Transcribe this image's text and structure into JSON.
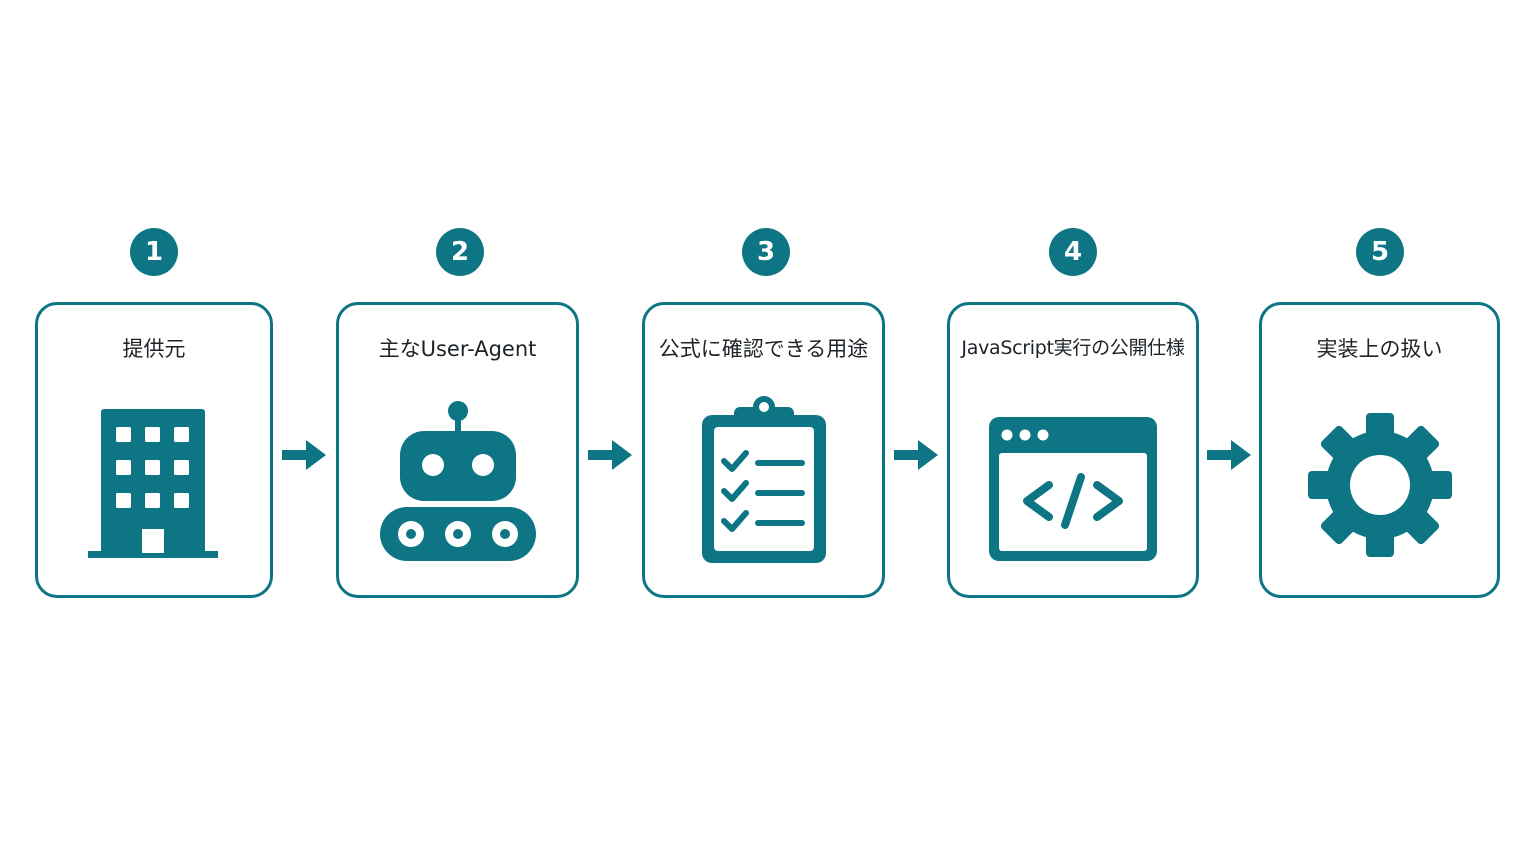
{
  "accent_color": "#0e7585",
  "text_color": "#1d2328",
  "steps": [
    {
      "number": "1",
      "label": "提供元",
      "icon": "building-icon"
    },
    {
      "number": "2",
      "label": "主なUser-Agent",
      "icon": "robot-icon"
    },
    {
      "number": "3",
      "label": "公式に確認できる用途",
      "icon": "clipboard-checklist-icon"
    },
    {
      "number": "4",
      "label": "JavaScript実行の公開仕様",
      "icon": "code-window-icon"
    },
    {
      "number": "5",
      "label": "実装上の扱い",
      "icon": "gear-icon"
    }
  ]
}
